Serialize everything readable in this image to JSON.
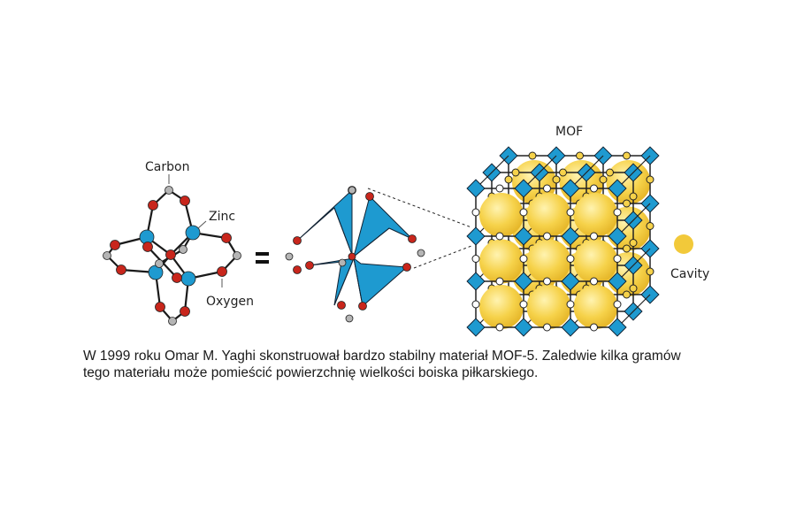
{
  "labels": {
    "carbon": "Carbon",
    "zinc": "Zinc",
    "oxygen": "Oxygen",
    "mof": "MOF",
    "cavity": "Cavity"
  },
  "caption": {
    "line1": "W 1999 roku Omar M. Yaghi skonstruował bardzo stabilny materiał MOF-5. Zaledwie kilka gramów",
    "line2": "tego materiału może pomieścić powierzchnię wielkości boiska piłkarskiego."
  },
  "colors": {
    "zinc": "#1e9ad0",
    "oxygen": "#c8261c",
    "carbon": "#b5b5b5",
    "cavity": "#f2c93a",
    "bond": "#1a1a1a"
  }
}
